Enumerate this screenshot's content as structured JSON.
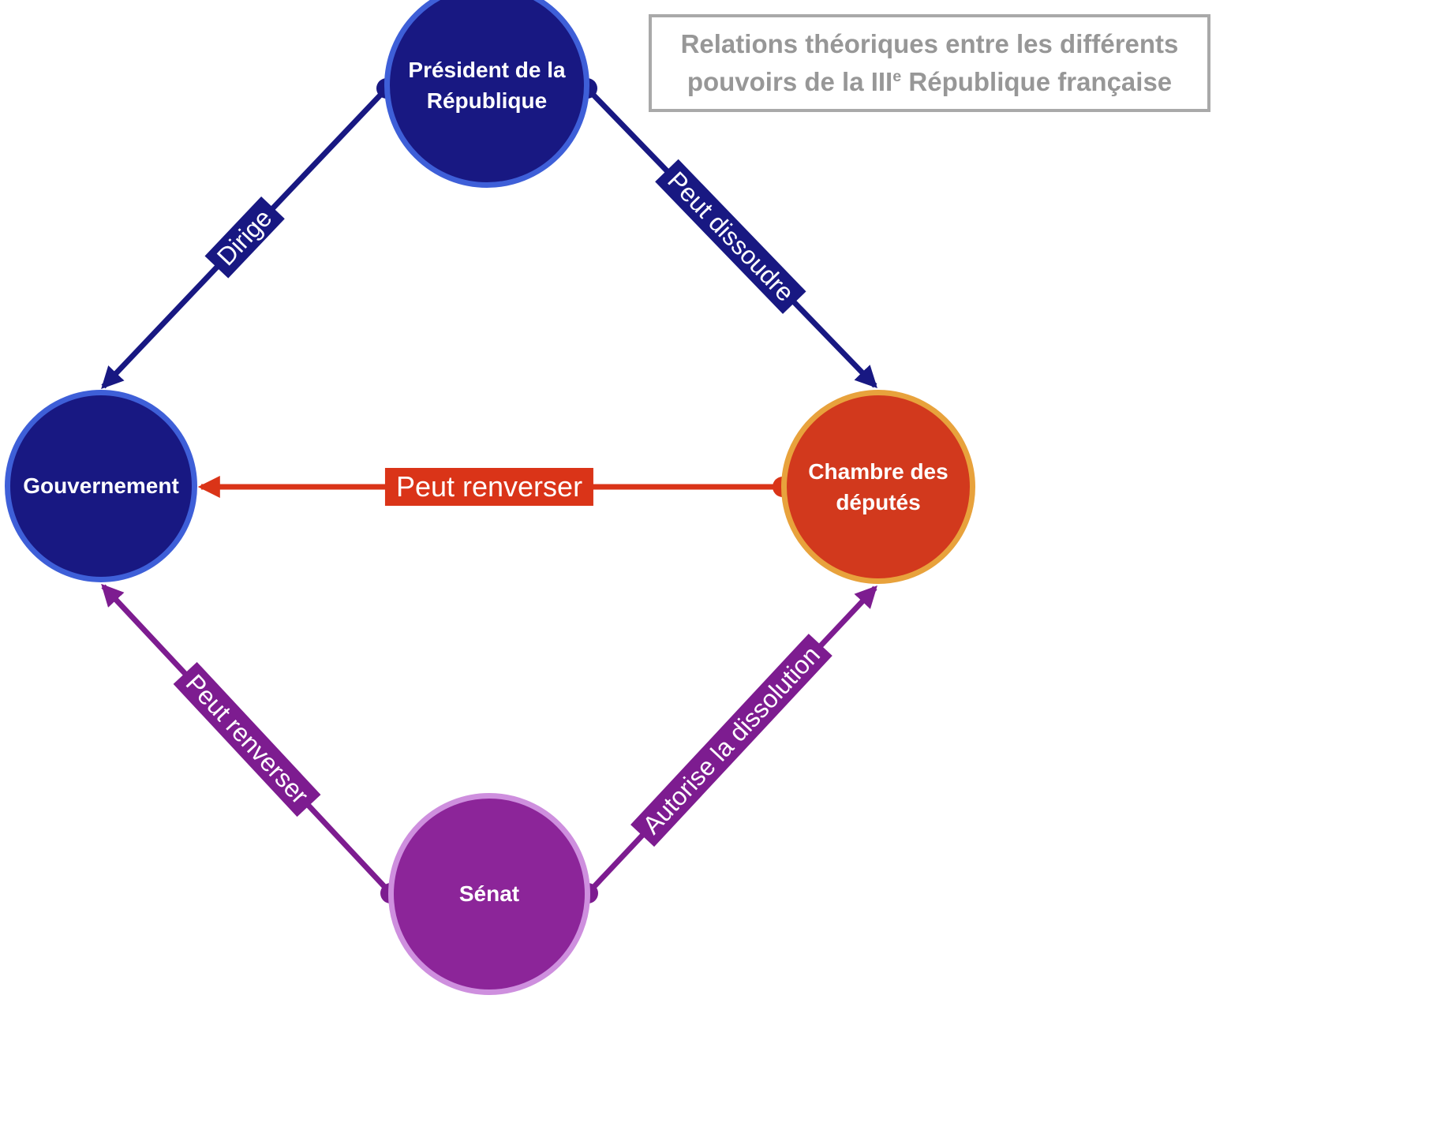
{
  "title": {
    "line1": "Relations théoriques entre les différents",
    "line2_prefix": "pouvoirs de la III",
    "line2_sup": "e",
    "line2_suffix": " République française",
    "text_color": "#979797",
    "border_color": "#A9A9A9"
  },
  "label_text_color": "#FFFFFF",
  "nodes": [
    {
      "id": "president",
      "label": "Président de la\nRépublique",
      "fill": "#181882",
      "border": "#3E5FD8"
    },
    {
      "id": "gouvernement",
      "label": "Gouvernement",
      "fill": "#181882",
      "border": "#3E5FD8"
    },
    {
      "id": "chambre-des-deputes",
      "label": "Chambre des\ndéputés",
      "fill": "#D2391D",
      "border": "#E8A23C"
    },
    {
      "id": "senat",
      "label": "Sénat",
      "fill": "#8C2599",
      "border": "#CE8FDE"
    }
  ],
  "edges": [
    {
      "id": "dirige",
      "from": "president",
      "to": "gouvernement",
      "label": "Dirige",
      "color": "#181882"
    },
    {
      "id": "peut-dissoudre",
      "from": "president",
      "to": "chambre-des-deputes",
      "label": "Peut dissoudre",
      "color": "#181882"
    },
    {
      "id": "peut-renverser-chambre",
      "from": "chambre-des-deputes",
      "to": "gouvernement",
      "label": "Peut renverser",
      "color": "#DA3418"
    },
    {
      "id": "peut-renverser-senat",
      "from": "senat",
      "to": "gouvernement",
      "label": "Peut renverser",
      "color": "#7D1C90"
    },
    {
      "id": "autorise-la-dissolution",
      "from": "senat",
      "to": "chambre-des-deputes",
      "label": "Autorise la dissolution",
      "color": "#7D1C90"
    }
  ]
}
